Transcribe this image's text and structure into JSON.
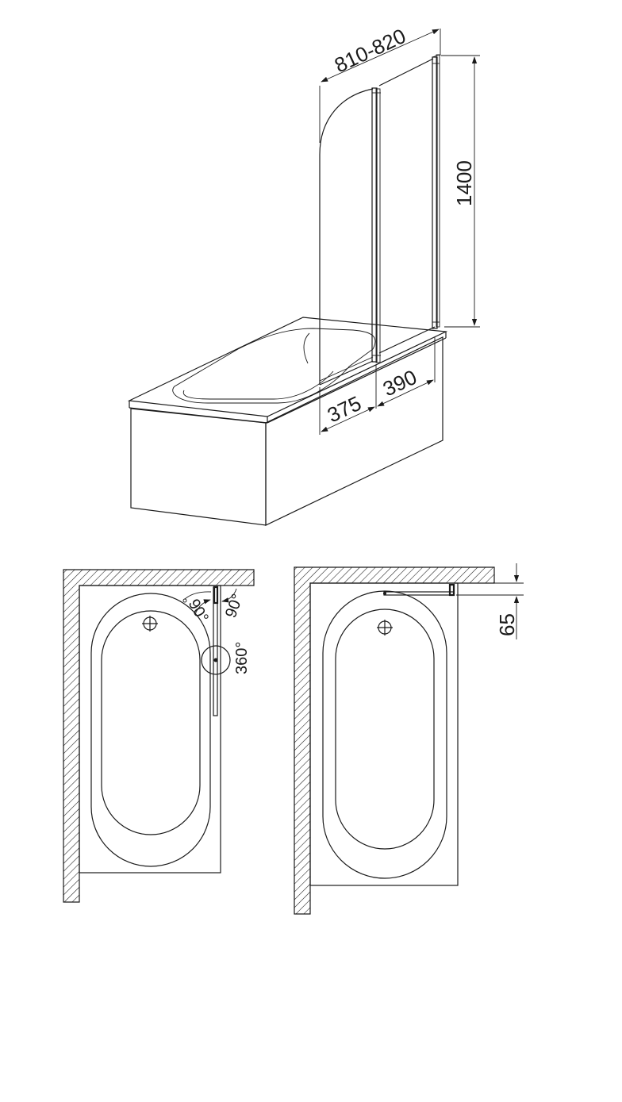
{
  "dimensions": {
    "total_width": "810-820",
    "height": "1400",
    "panel_left": "375",
    "panel_right": "390",
    "wall_offset": "65"
  },
  "angles": {
    "fold_a": "90°",
    "fold_b": "90°",
    "rotation": "360°"
  }
}
